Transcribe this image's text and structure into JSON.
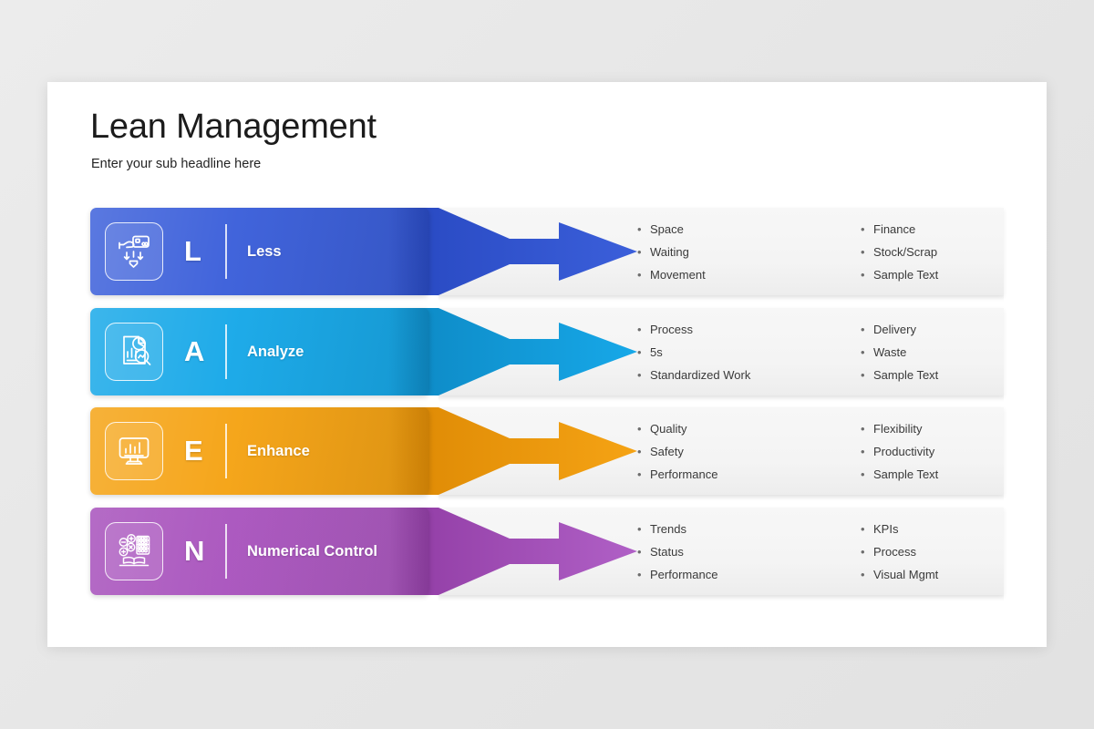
{
  "slide": {
    "title": "Lean Management",
    "subtitle": "Enter your sub headline here",
    "background_color": "#ffffff",
    "page_background_color": "#e8e8e8"
  },
  "rows": [
    {
      "letter": "L",
      "label": "Less",
      "color": "#3b5fda",
      "color_dark": "#2a4bc4",
      "icon": "hand-holding-card-down-arrows-icon",
      "column_left": [
        "Space",
        "Waiting",
        "Movement"
      ],
      "column_right": [
        "Finance",
        "Stock/Scrap",
        "Sample Text"
      ]
    },
    {
      "letter": "A",
      "label": "Analyze",
      "color": "#17a8e8",
      "color_dark": "#0e8cc8",
      "icon": "document-charts-magnifier-icon",
      "column_left": [
        "Process",
        "5s",
        "Standardized Work"
      ],
      "column_right": [
        "Delivery",
        "Waste",
        "Sample Text"
      ]
    },
    {
      "letter": "E",
      "label": "Enhance",
      "color": "#f5a314",
      "color_dark": "#e08c06",
      "icon": "monitor-bar-chart-icon",
      "column_left": [
        "Quality",
        "Safety",
        "Performance"
      ],
      "column_right": [
        "Flexibility",
        "Productivity",
        "Sample Text"
      ]
    },
    {
      "letter": "N",
      "label": "Numerical Control",
      "color": "#aa56be",
      "color_dark": "#9440a8",
      "icon": "abacus-math-operators-icon",
      "column_left": [
        "Trends",
        "Status",
        "Performance"
      ],
      "column_right": [
        "KPIs",
        "Process",
        "Visual Mgmt"
      ]
    }
  ],
  "bullet_glyph": "•"
}
